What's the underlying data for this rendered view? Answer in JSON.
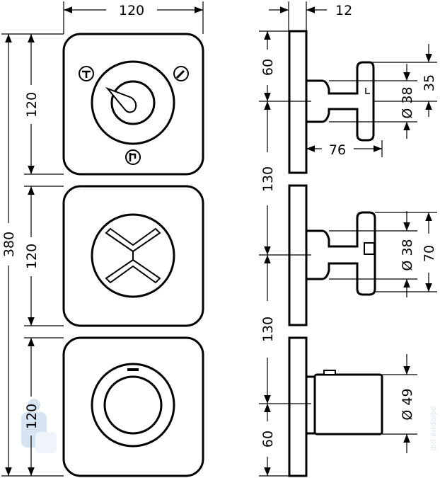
{
  "front_view": {
    "width_label": "120",
    "total_height_label": "380",
    "module_heights": [
      "120",
      "120",
      "120"
    ]
  },
  "side_view": {
    "depth_label": "12",
    "spacing_labels": [
      "60",
      "130",
      "130",
      "60"
    ],
    "top_knob": {
      "diameter_label": "Ø 38",
      "offset_label": "35",
      "projection_label": "76"
    },
    "middle_handle": {
      "diameter_label": "Ø 38",
      "height_label": "70"
    },
    "bottom_thermostat": {
      "diameter_label": "Ø 49"
    }
  },
  "watermark": "афория.рф"
}
